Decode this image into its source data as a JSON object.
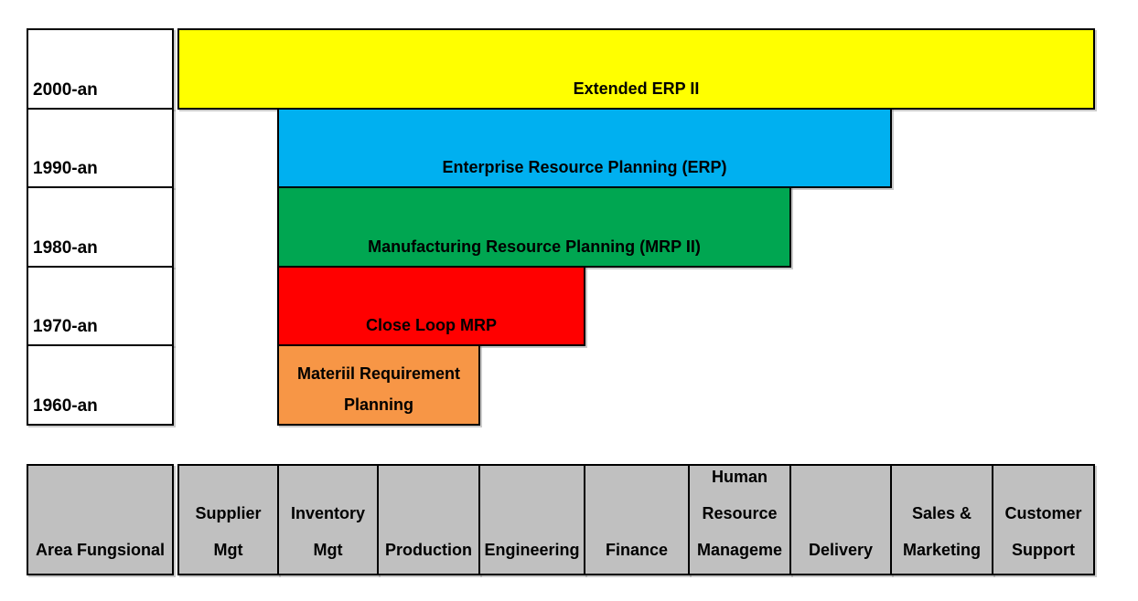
{
  "colors": {
    "background": "#ffffff",
    "border": "#000000",
    "text": "#000000",
    "decade_cell_fill": "#ffffff",
    "area_cell_fill": "#c0c0c0",
    "bar_yellow": "#ffff00",
    "bar_blue": "#00b0f0",
    "bar_green": "#00a651",
    "bar_red": "#ff0000",
    "bar_orange": "#f79646"
  },
  "decades": [
    {
      "label": "2000-an"
    },
    {
      "label": "1990-an"
    },
    {
      "label": "1980-an"
    },
    {
      "label": "1970-an"
    },
    {
      "label": "1960-an"
    }
  ],
  "bars": [
    {
      "label_lines": [
        "Extended ERP II"
      ],
      "decade": "2000-an",
      "color": "#ffff00",
      "col_start": 0,
      "col_end": 8
    },
    {
      "label_lines": [
        "Enterprise Resource Planning (ERP)"
      ],
      "decade": "1990-an",
      "color": "#00b0f0",
      "col_start": 1,
      "col_end": 6
    },
    {
      "label_lines": [
        "Manufacturing Resource Planning (MRP II)"
      ],
      "decade": "1980-an",
      "color": "#00a651",
      "col_start": 1,
      "col_end": 5
    },
    {
      "label_lines": [
        "Close Loop MRP"
      ],
      "decade": "1970-an",
      "color": "#ff0000",
      "col_start": 1,
      "col_end": 3
    },
    {
      "label_lines": [
        "Materiil Requirement",
        "Planning"
      ],
      "decade": "1960-an",
      "color": "#f79646",
      "col_start": 1,
      "col_end": 2
    }
  ],
  "functional_row": {
    "header_lines": [
      "Area Fungsional"
    ],
    "areas": [
      {
        "lines": [
          "Supplier",
          "Mgt"
        ]
      },
      {
        "lines": [
          "Inventory",
          "Mgt"
        ]
      },
      {
        "lines": [
          "Production"
        ]
      },
      {
        "lines": [
          "Engineering"
        ]
      },
      {
        "lines": [
          "Finance"
        ]
      },
      {
        "lines": [
          "Human",
          "Resource",
          "Manageme"
        ]
      },
      {
        "lines": [
          "Delivery"
        ]
      },
      {
        "lines": [
          "Sales &",
          "Marketing"
        ]
      },
      {
        "lines": [
          "Customer",
          "Support"
        ]
      }
    ]
  }
}
